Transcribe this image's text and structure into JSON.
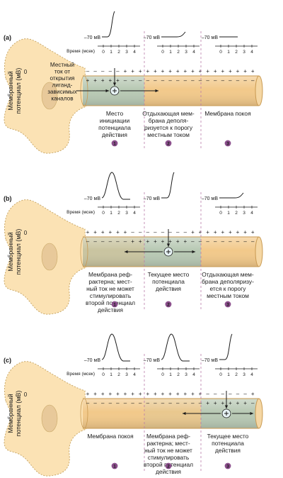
{
  "panels": [
    {
      "letter": "(a)",
      "graphs": [
        {
          "label": "–70 мВ",
          "shape": "rise"
        },
        {
          "label": "–70 мВ",
          "shape": "small"
        },
        {
          "label": "–70 мВ",
          "shape": "flat"
        }
      ],
      "show_time_axis": [
        true,
        true,
        true
      ],
      "axis_ticks": [
        "0",
        "1",
        "2",
        "3",
        "4"
      ],
      "time_label": "Время (мсек)",
      "zero": "0",
      "ylabel": [
        "Мембранный",
        "потенциал (мВ)"
      ],
      "segments": [
        {
          "state": "depolarized",
          "fill": "#b8c9b4"
        },
        {
          "state": "rest",
          "fill": "#f2c98a"
        },
        {
          "state": "rest",
          "fill": "#f2c98a"
        }
      ],
      "top_signs": [
        "–",
        "–",
        "–",
        "–",
        "–",
        "+",
        "+",
        "+",
        "+",
        "+",
        "+",
        "+",
        "+",
        "+",
        "+",
        "+",
        "+",
        "+",
        "+",
        "+",
        "+",
        "+",
        "+"
      ],
      "bottom_signs": [
        "+",
        "+",
        "+",
        "+",
        "+",
        "–",
        "–",
        "–",
        "–",
        "–",
        "–",
        "–",
        "–",
        "–",
        "–",
        "–",
        "–",
        "–",
        "–",
        "–",
        "–",
        "–",
        "–"
      ],
      "side_note": [
        "Местный",
        "ток от",
        "открытия",
        "лиганд-",
        "зависимых",
        "каналов"
      ],
      "captions": [
        [
          "Место",
          "инициации",
          "потенциала",
          "действия"
        ],
        [
          "Отдыхающая мем-",
          "брана деполя-",
          "ризуется к порогу",
          "местным током"
        ],
        [
          "Мембрана покоя"
        ]
      ],
      "numbers": [
        "1",
        "2",
        "3"
      ]
    },
    {
      "letter": "(b)",
      "graphs": [
        {
          "label": "–70 мВ",
          "shape": "spike"
        },
        {
          "label": "–70 мВ",
          "shape": "rise"
        },
        {
          "label": "–70 мВ",
          "shape": "small"
        }
      ],
      "show_time_axis": [
        true,
        false,
        true
      ],
      "axis_ticks": [
        "0",
        "1",
        "2",
        "3",
        "4"
      ],
      "time_label": "Время (мсек)",
      "zero": "0",
      "ylabel": [
        "Мембранный",
        "потенциал (мВ)"
      ],
      "segments": [
        {
          "state": "refractory",
          "fill": "#c9c4a0"
        },
        {
          "state": "depolarized",
          "fill": "#b8c9b4"
        },
        {
          "state": "rest",
          "fill": "#f2c98a"
        }
      ],
      "top_signs": [
        "+",
        "+",
        "+",
        "+",
        "+",
        "+",
        "–",
        "–",
        "–",
        "–",
        "–",
        "–",
        "–",
        "–",
        "+",
        "+",
        "+",
        "+",
        "+",
        "+",
        "+",
        "+",
        "+"
      ],
      "bottom_signs": [
        "–",
        "–",
        "–",
        "–",
        "–",
        "–",
        "+",
        "+",
        "+",
        "+",
        "+",
        "+",
        "+",
        "+",
        "–",
        "–",
        "–",
        "–",
        "–",
        "–",
        "–",
        "–",
        "–"
      ],
      "captions": [
        [
          "Мембрана реф-",
          "рактерна; мест-",
          "ный ток не может",
          "стимулировать",
          "второй потенциал",
          "действия"
        ],
        [
          "Текущее место",
          "потенциала",
          "действия"
        ],
        [
          "Отдыхающая мем-",
          "брана деполяризу-",
          "ется к порогу",
          "местным током"
        ]
      ],
      "numbers": [
        "1",
        "2",
        "3"
      ]
    },
    {
      "letter": "(c)",
      "graphs": [
        {
          "label": "–70 мВ",
          "shape": "spike"
        },
        {
          "label": "–70 мВ",
          "shape": "spike"
        },
        {
          "label": "–70 мВ",
          "shape": "rise"
        }
      ],
      "show_time_axis": [
        true,
        true,
        true
      ],
      "axis_ticks": [
        "0",
        "1",
        "2",
        "3",
        "4"
      ],
      "time_label": "Время (мсек)",
      "zero": "0",
      "ylabel": [
        "Мембранный",
        "потенциал (мВ)"
      ],
      "segments": [
        {
          "state": "rest",
          "fill": "#f2c98a"
        },
        {
          "state": "refractory",
          "fill": "#e9c88e"
        },
        {
          "state": "depolarized",
          "fill": "#b8c9b4"
        }
      ],
      "top_signs": [
        "+",
        "+",
        "+",
        "+",
        "+",
        "+",
        "+",
        "+",
        "+",
        "+",
        "+",
        "+",
        "+",
        "+",
        "+",
        "+",
        "–",
        "–",
        "–",
        "–",
        "–",
        "–",
        "+"
      ],
      "bottom_signs": [
        "–",
        "–",
        "–",
        "–",
        "–",
        "–",
        "–",
        "–",
        "–",
        "–",
        "–",
        "–",
        "–",
        "–",
        "–",
        "–",
        "+",
        "+",
        "+",
        "+",
        "+",
        "+",
        "–"
      ],
      "captions": [
        [
          "Мембрана покоя"
        ],
        [
          "Мембрана реф-",
          "рактерна; мест-",
          "ный ток не может",
          "стимулировать",
          "второй потенциал",
          "действия"
        ],
        [
          "Текущее место",
          "потенциала",
          "действия"
        ]
      ],
      "numbers": [
        "1",
        "2",
        "3"
      ]
    }
  ]
}
